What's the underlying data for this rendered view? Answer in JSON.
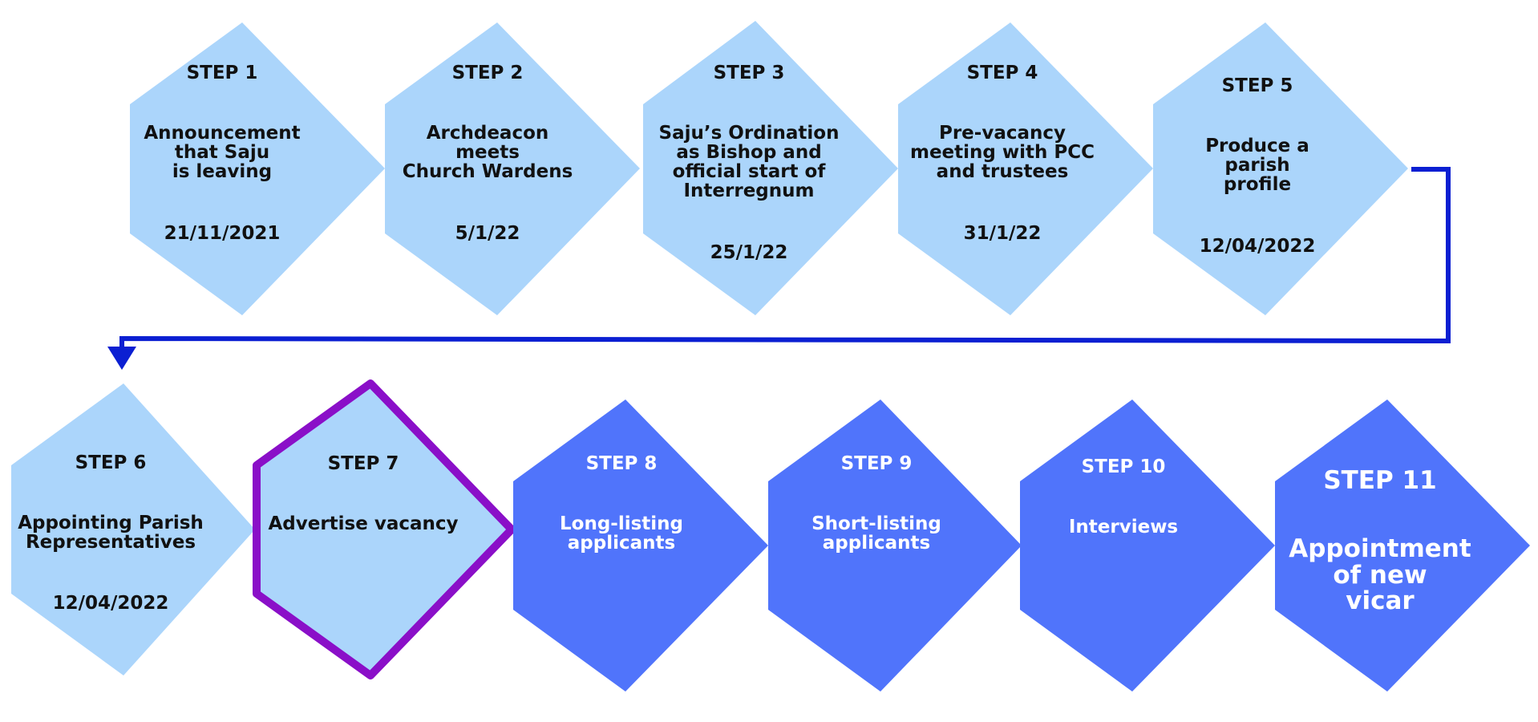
{
  "colors": {
    "light": "#abd5fb",
    "dark": "#5074fb",
    "connector": "#0b1fd2",
    "highlight": "#8a0fc8"
  },
  "steps": [
    {
      "label": "STEP 1",
      "description": "Announcement\nthat Saju\nis leaving",
      "date": "21/11/2021",
      "status": "done"
    },
    {
      "label": "STEP 2",
      "description": "Archdeacon\nmeets\nChurch Wardens",
      "date": "5/1/22",
      "status": "done"
    },
    {
      "label": "STEP 3",
      "description": "Saju’s Ordination\nas Bishop and\nofficial start of\nInterregnum",
      "date": "25/1/22",
      "status": "done"
    },
    {
      "label": "STEP 4",
      "description": "Pre-vacancy\nmeeting with PCC\nand trustees",
      "date": "31/1/22",
      "status": "done"
    },
    {
      "label": "STEP 5",
      "description": "Produce a\nparish\nprofile",
      "date": "12/04/2022",
      "status": "done"
    },
    {
      "label": "STEP 6",
      "description": "Appointing Parish\nRepresentatives",
      "date": "12/04/2022",
      "status": "done"
    },
    {
      "label": "STEP 7",
      "description": "Advertise vacancy",
      "date": "",
      "status": "current"
    },
    {
      "label": "STEP 8",
      "description": "Long-listing\napplicants",
      "date": "",
      "status": "upcoming"
    },
    {
      "label": "STEP 9",
      "description": "Short-listing\napplicants",
      "date": "",
      "status": "upcoming"
    },
    {
      "label": "STEP 10",
      "description": "Interviews",
      "date": "",
      "status": "upcoming"
    },
    {
      "label": "STEP 11",
      "description": "Appointment\nof new\nvicar",
      "date": "",
      "status": "upcoming"
    }
  ]
}
